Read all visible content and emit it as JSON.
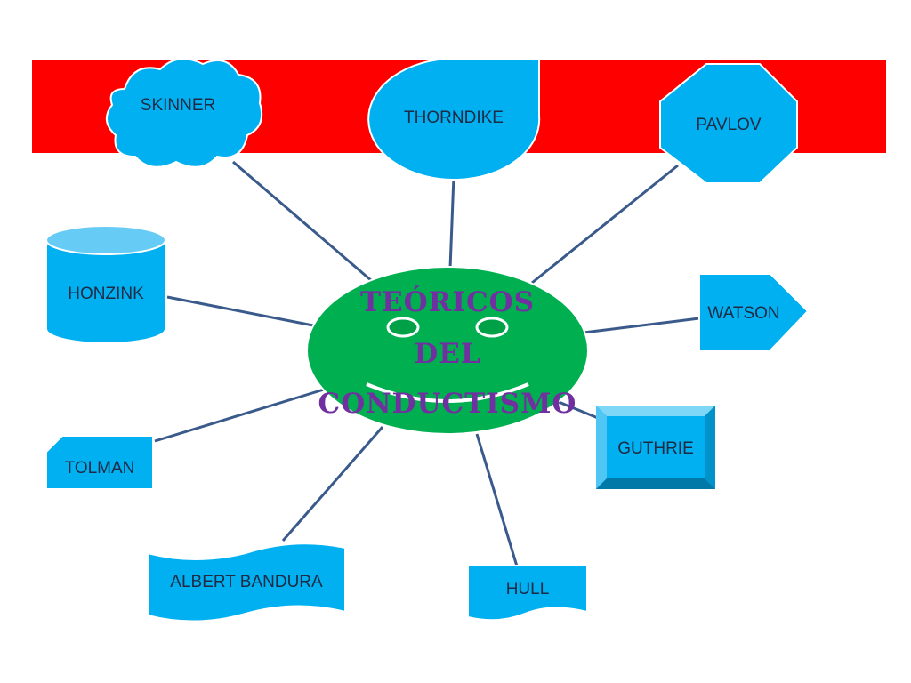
{
  "center": {
    "title_lines": [
      "TEÓRICOS",
      "DEL",
      "CONDUCTISMO"
    ]
  },
  "nodes": {
    "skinner": "SKINNER",
    "thorndike": "THORNDIKE",
    "pavlov": "PAVLOV",
    "honzink": "HONZINK",
    "watson": "WATSON",
    "tolman": "TOLMAN",
    "guthrie": "GUTHRIE",
    "bandura": "ALBERT BANDURA",
    "hull": "HULL"
  },
  "colors": {
    "band": "#ff0000",
    "node_fill": "#00b0f0",
    "center_fill": "#00b050",
    "title": "#7030a0",
    "connector": "#3a5a8c"
  }
}
